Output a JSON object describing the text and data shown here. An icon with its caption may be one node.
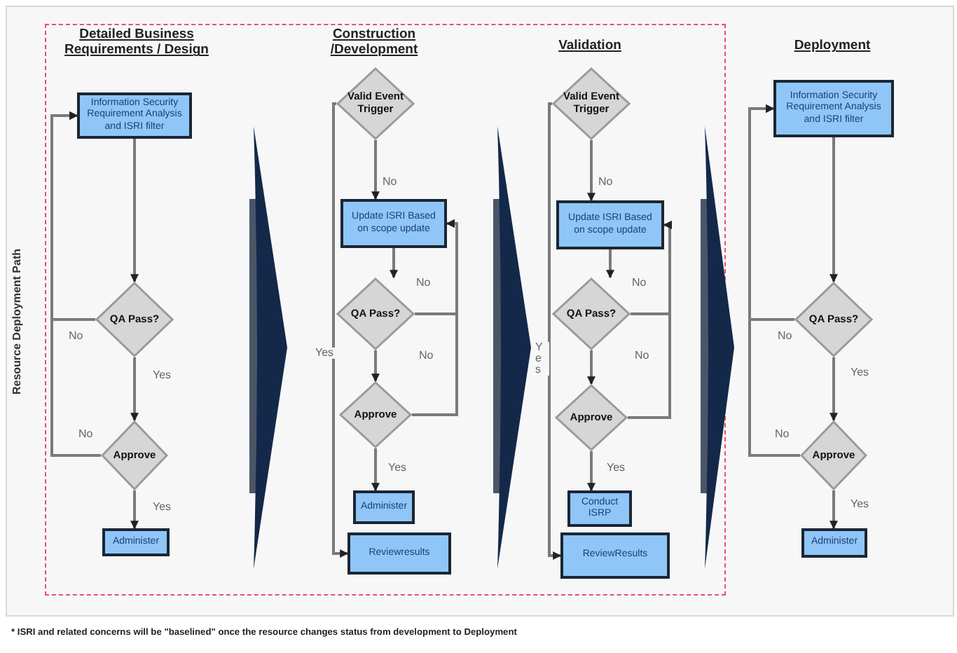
{
  "diagram": {
    "nodes": [
      {
        "text": [
          "Information Security Requirement Analysis and ISRI filter"
        ]
      },
      {
        "text": [
          "QA Pass?"
        ]
      },
      {
        "text": [
          "Approve"
        ]
      },
      {
        "text": [
          "Administer"
        ]
      },
      {
        "text": [
          "Valid Event Trigger"
        ]
      },
      {
        "text": [
          "Update ISRI Based on scope update"
        ]
      },
      {
        "text": [
          "QA Pass?"
        ]
      },
      {
        "text": [
          "Approve"
        ]
      },
      {
        "text": [
          "Administer"
        ]
      },
      {
        "text": [
          "Reviewresults"
        ]
      },
      {
        "text": [
          "Valid Event Trigger"
        ]
      },
      {
        "text": [
          "Update ISRI Based on scope update"
        ]
      },
      {
        "text": [
          "QA Pass?"
        ]
      },
      {
        "text": [
          "Approve"
        ]
      },
      {
        "text": [
          "Conduct ISRP"
        ]
      },
      {
        "text": [
          "ReviewResults"
        ]
      },
      {
        "text": [
          "Information Security Requirement Analysis and ISRI filter"
        ]
      },
      {
        "text": [
          "QA Pass?"
        ]
      },
      {
        "text": [
          "Approve"
        ]
      },
      {
        "text": [
          "Administer"
        ]
      },
      {
        "text": [],
        "shape": "chevron"
      },
      {
        "text": [],
        "shape": "chevron"
      },
      {
        "text": [],
        "shape": "chevron"
      }
    ],
    "edges": [
      {
        "from": 0,
        "to": 1,
        "arrow": "to"
      },
      {
        "from": 1,
        "to": 0,
        "arrow": "to",
        "label": "No"
      },
      {
        "from": 1,
        "to": 2,
        "arrow": "to",
        "label": "Yes"
      },
      {
        "from": 2,
        "to": 0,
        "arrow": "to",
        "label": "No"
      },
      {
        "from": 2,
        "to": 3,
        "arrow": "to",
        "label": "Yes"
      },
      {
        "from": 4,
        "to": 5,
        "arrow": "to",
        "label": "No"
      },
      {
        "from": 5,
        "to": 6,
        "arrow": "to"
      },
      {
        "from": 6,
        "to": 5,
        "arrow": "to",
        "label": "No"
      },
      {
        "from": 6,
        "to": 7,
        "arrow": "to"
      },
      {
        "from": 7,
        "to": 5,
        "arrow": "to",
        "label": "No"
      },
      {
        "from": 7,
        "to": 8,
        "arrow": "to",
        "label": "Yes"
      },
      {
        "from": 4,
        "to": 9,
        "arrow": "to",
        "label": "Yes"
      },
      {
        "from": 10,
        "to": 11,
        "arrow": "to",
        "label": "No"
      },
      {
        "from": 11,
        "to": 12,
        "arrow": "to"
      },
      {
        "from": 12,
        "to": 11,
        "arrow": "to",
        "label": "No"
      },
      {
        "from": 12,
        "to": 13,
        "arrow": "to"
      },
      {
        "from": 13,
        "to": 11,
        "arrow": "to",
        "label": "No"
      },
      {
        "from": 13,
        "to": 14,
        "arrow": "to",
        "label": "Yes"
      },
      {
        "from": 10,
        "to": 15,
        "arrow": "to",
        "label": "Ye s"
      },
      {
        "from": 16,
        "to": 17,
        "arrow": "to"
      },
      {
        "from": 17,
        "to": 16,
        "arrow": "to",
        "label": "No"
      },
      {
        "from": 17,
        "to": 18,
        "arrow": "to",
        "label": "Yes"
      },
      {
        "from": 18,
        "to": 16,
        "arrow": "to",
        "label": "No"
      },
      {
        "from": 18,
        "to": 19,
        "arrow": "to",
        "label": "Yes"
      }
    ],
    "labels": [
      "Resource Deployment Path",
      "Detailed Business Requirements / Design",
      "Construction /Development",
      "Validation",
      "Deployment",
      "* ISRI and related concerns will be \"baselined\" once the resource changes status from development to Deployment"
    ]
  }
}
